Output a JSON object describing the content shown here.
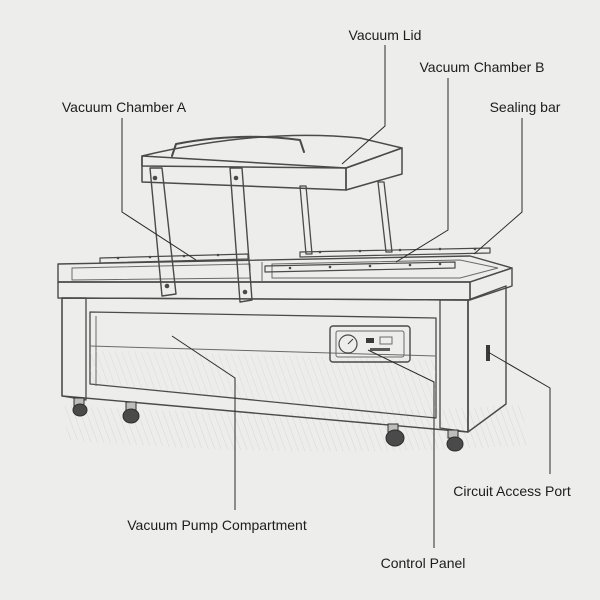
{
  "labels": {
    "vacuum_lid": "Vacuum Lid",
    "vacuum_chamber_b": "Vacuum Chamber B",
    "vacuum_chamber_a": "Vacuum Chamber A",
    "sealing_bar": "Sealing bar",
    "circuit_access_port": "Circuit Access Port",
    "vacuum_pump_compartment": "Vacuum Pump Compartment",
    "control_panel": "Control Panel"
  },
  "colors": {
    "paper": "#ededeb",
    "ink": "#4a4a4a",
    "label": "#1c1c1c"
  }
}
